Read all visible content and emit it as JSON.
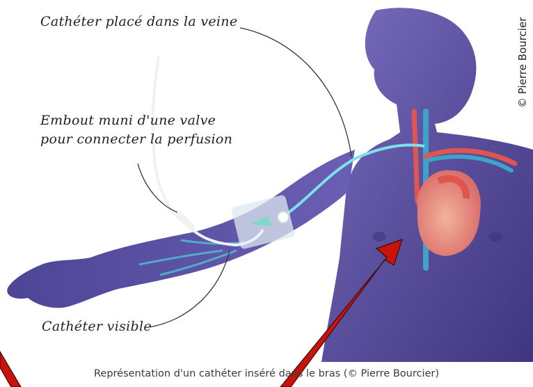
{
  "labels": {
    "catheter_in_vein": "Cathéter placé dans la veine",
    "valve_line1": "Embout muni d'une valve",
    "valve_line2": "pour connecter la perfusion",
    "visible_catheter": "Cathéter visible"
  },
  "caption": "Représentation d'un cathéter inséré dans le bras (© Pierre Bourcier)",
  "credit": "© Pierre Bourcier",
  "colors": {
    "body": "#5a4f9c",
    "vein": "#4fc3d1",
    "artery": "#e0554f",
    "heart": "#e8897a",
    "arrow": "#c8120a"
  }
}
